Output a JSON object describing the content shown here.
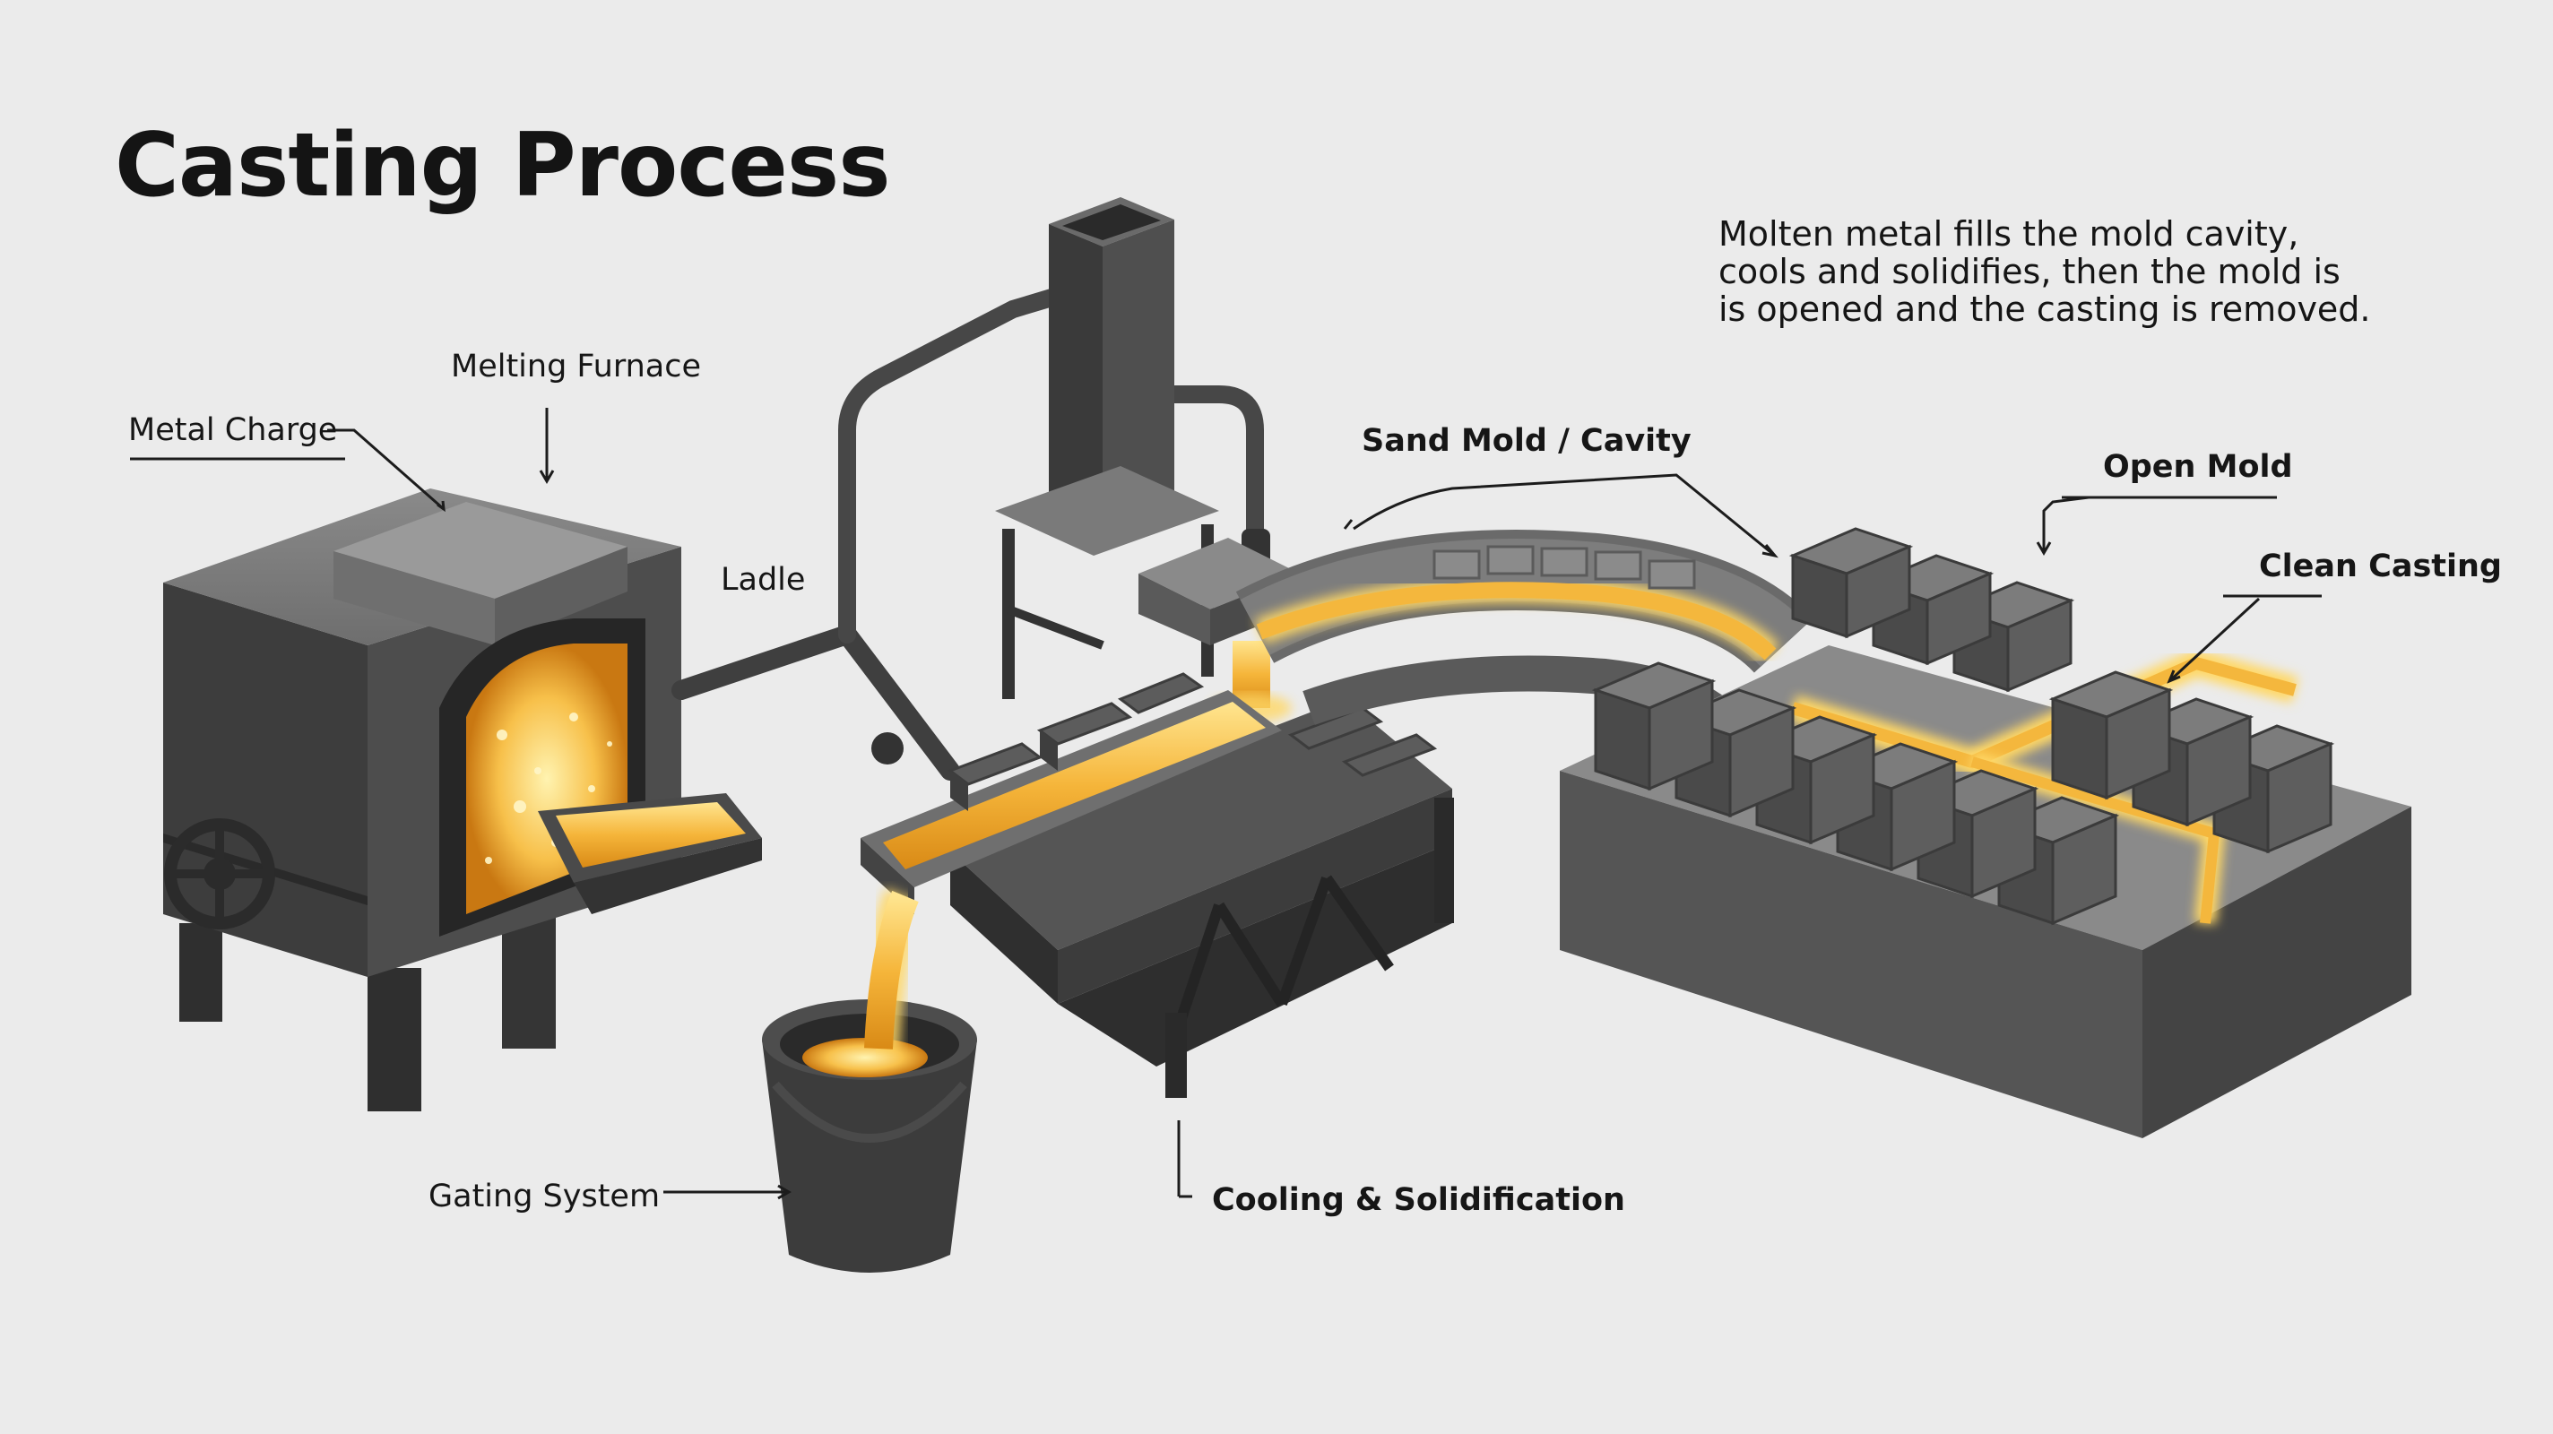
{
  "title": "Casting Process",
  "description": {
    "lines": [
      "Molten metal fills the mold cavity,",
      "cools and solidifies, then the mold is",
      "is opened and the casting is removed."
    ]
  },
  "labels": {
    "metal_charge": "Metal Charge",
    "melting_furnace": "Melting Furnace",
    "ladle": "Ladle",
    "sand_mold_cavity": "Sand Mold / Cavity",
    "open_mold": "Open Mold",
    "clean_casting": "Clean Casting",
    "gating_system": "Gating System",
    "cooling_solidification": "Cooling & Solidification"
  },
  "colors": {
    "background": "#ebebeb",
    "equipment_dark": "#3c3c3c",
    "equipment_mid": "#5a5a5a",
    "equipment_light": "#7d7d7d",
    "molten_metal": "#f2b63c",
    "molten_glow": "#ffe07a"
  }
}
